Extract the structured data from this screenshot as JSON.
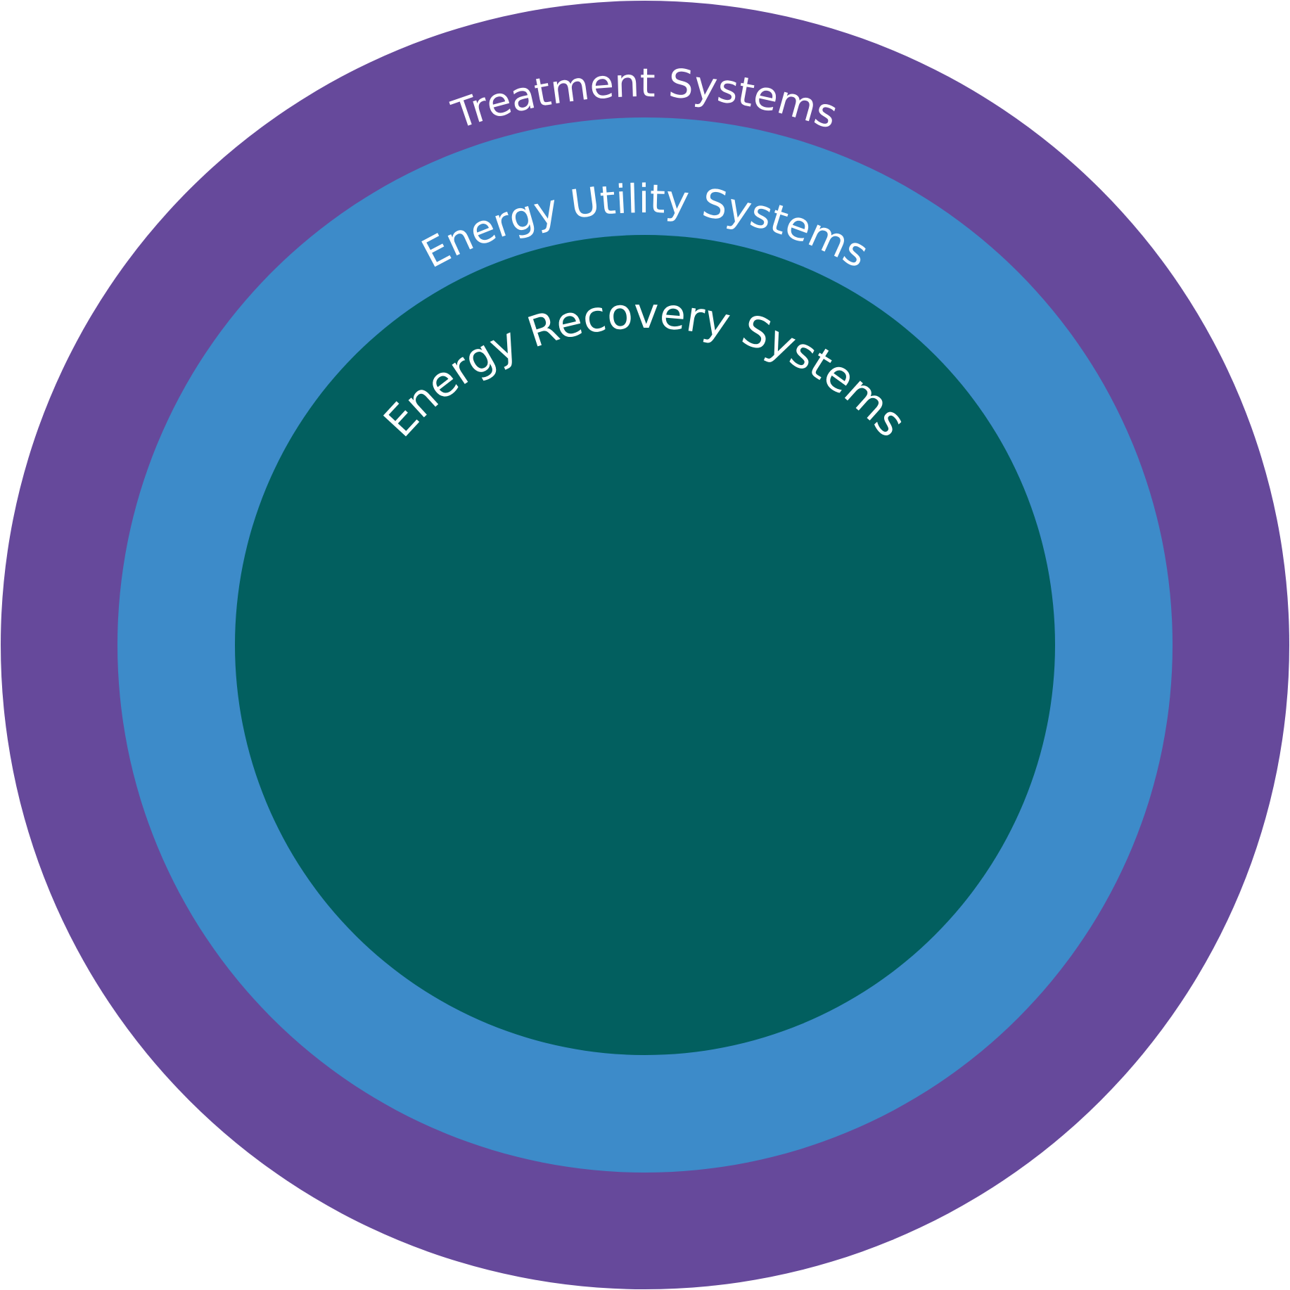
{
  "rings": [
    {
      "key": "outer",
      "label": "Treatment Systems",
      "color": "#66499b"
    },
    {
      "key": "middle",
      "label": "Energy Utility Systems",
      "color": "#3d8bc9"
    },
    {
      "key": "inner",
      "label": "Energy Recovery Systems",
      "color": "#025f5f"
    }
  ]
}
